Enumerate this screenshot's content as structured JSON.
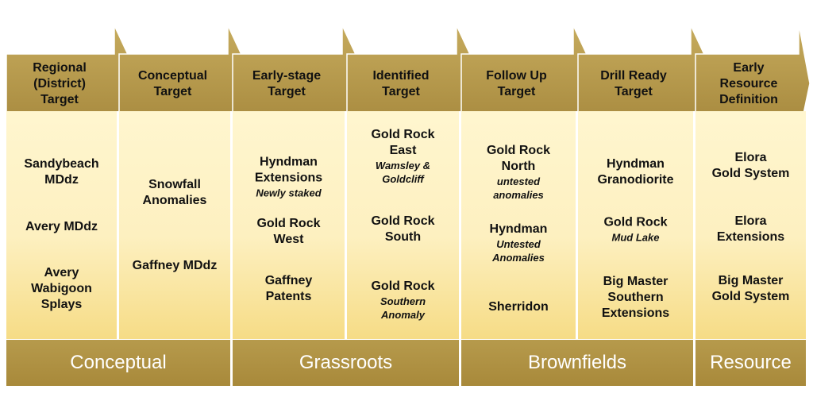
{
  "stages": [
    {
      "label": "Regional\n(District)\nTarget",
      "items": [
        {
          "name": "Sandybeach\nMDdz"
        },
        {
          "name": "Avery MDdz"
        },
        {
          "name": "Avery\nWabigoon\nSplays"
        }
      ]
    },
    {
      "label": "Conceptual\nTarget",
      "items": [
        {
          "name": "Snowfall\nAnomalies"
        },
        {
          "name": "Gaffney MDdz"
        }
      ]
    },
    {
      "label": "Early-stage\nTarget",
      "items": [
        {
          "name": "Hyndman\nExtensions",
          "note": "Newly staked"
        },
        {
          "name": "Gold Rock\nWest"
        },
        {
          "name": "Gaffney\nPatents"
        }
      ]
    },
    {
      "label": "Identified\nTarget",
      "items": [
        {
          "name": "Gold Rock\nEast",
          "note": "Wamsley &\nGoldcliff"
        },
        {
          "name": "Gold Rock\nSouth"
        },
        {
          "name": "Gold Rock",
          "note": "Southern\nAnomaly"
        }
      ]
    },
    {
      "label": "Follow Up\nTarget",
      "items": [
        {
          "name": "Gold Rock\nNorth",
          "note": "untested\nanomalies"
        },
        {
          "name": "Hyndman",
          "note": "Untested\nAnomalies"
        },
        {
          "name": "Sherridon"
        }
      ]
    },
    {
      "label": "Drill Ready\nTarget",
      "items": [
        {
          "name": "Hyndman\nGranodiorite"
        },
        {
          "name": "Gold Rock",
          "note": "Mud Lake"
        },
        {
          "name": "Big Master\nSouthern\nExtensions"
        }
      ]
    },
    {
      "label": "Early\nResource\nDefinition",
      "items": [
        {
          "name": "Elora\nGold System"
        },
        {
          "name": "Elora\nExtensions"
        },
        {
          "name": "Big Master\nGold System"
        }
      ]
    }
  ],
  "phases": [
    {
      "label": "Conceptual"
    },
    {
      "label": "Grassroots"
    },
    {
      "label": "Brownfields"
    },
    {
      "label": "Resource"
    }
  ],
  "colors": {
    "arrow": "#a8893a",
    "arrow_light": "#c4a95a",
    "phase_band": "#ae9142",
    "column_fill": "#fdf0c0"
  }
}
